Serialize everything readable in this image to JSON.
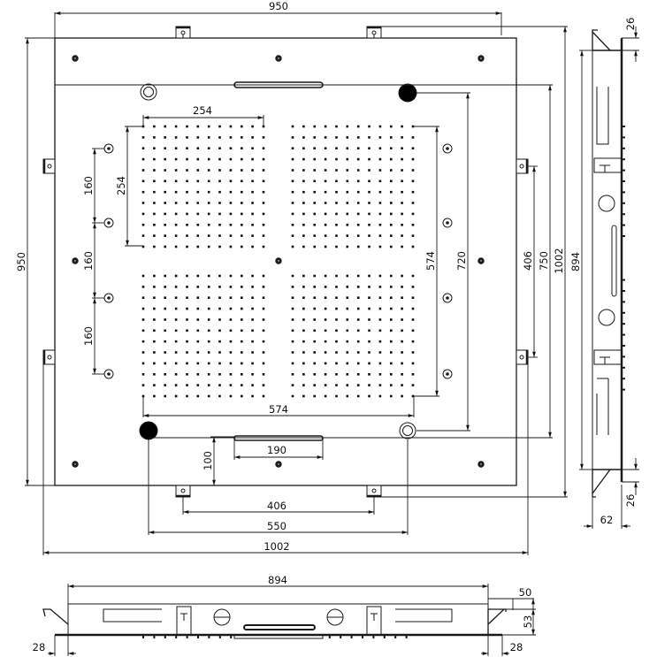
{
  "drawing": {
    "type": "technical-drawing",
    "subject": "ceiling shower panel",
    "units": "mm"
  },
  "front_view": {
    "dimensions": {
      "panel_width": "950",
      "panel_height": "950",
      "grid_cell_width": "254",
      "grid_cell_height": "254",
      "grid_total_width": "574",
      "grid_total_height": "574",
      "led_spacing_1": "160",
      "led_spacing_2": "160",
      "led_spacing_3": "160",
      "inner_height_720": "720",
      "bracket_spacing_vertical": "406",
      "nozzle_spacing_vertical": "750",
      "overall_height_with_brackets": "1002",
      "overall_width_with_brackets": "1002",
      "bracket_spacing_horizontal": "406",
      "nozzle_spacing_horizontal": "550",
      "waterfall_width": "190",
      "waterfall_offset": "100"
    },
    "grid": {
      "rows_per_quadrant": 12,
      "cols_per_quadrant": 12,
      "quadrants": 4
    }
  },
  "side_view": {
    "dimensions": {
      "body_height": "894",
      "bracket_top": "26",
      "bracket_bottom": "26",
      "depth": "62"
    }
  },
  "bottom_view": {
    "dimensions": {
      "body_width": "894",
      "bracket_projection": "50",
      "total_depth": "53",
      "left_offset": "28",
      "right_offset": "28"
    }
  },
  "colors": {
    "line": "#1a1a1a",
    "background": "#ffffff",
    "fill_dark": "#000000"
  }
}
